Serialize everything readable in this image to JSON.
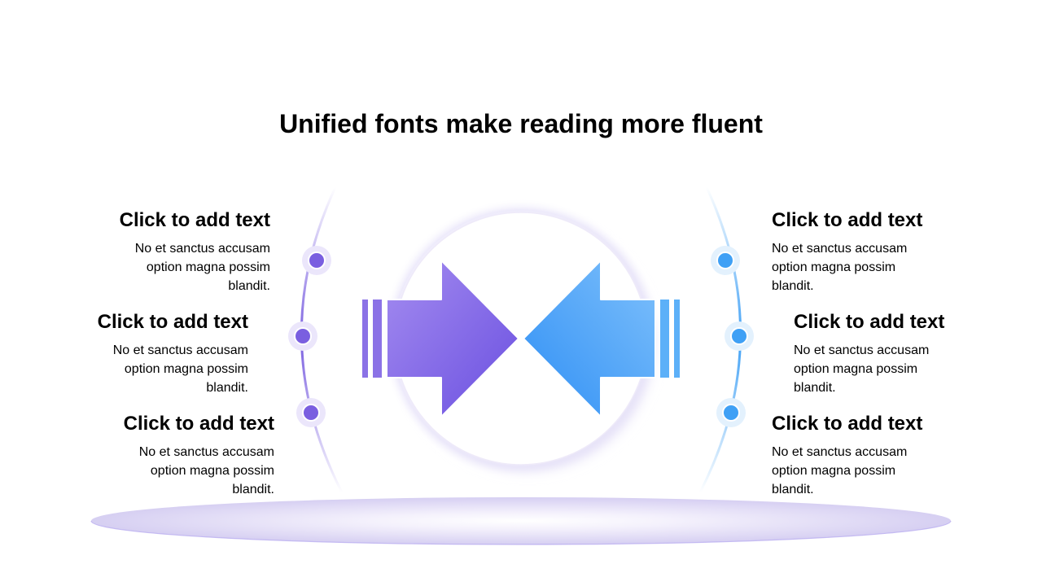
{
  "title": "Unified fonts make reading more fluent",
  "left_items": [
    {
      "heading": "Click to add text",
      "body": "No et sanctus accusam option magna possim blandit."
    },
    {
      "heading": "Click to add text",
      "body": "No et sanctus accusam option magna possim blandit."
    },
    {
      "heading": "Click to add text",
      "body": "No et sanctus accusam option magna possim blandit."
    }
  ],
  "right_items": [
    {
      "heading": "Click to add text",
      "body": "No et sanctus accusam option magna possim blandit."
    },
    {
      "heading": "Click to add text",
      "body": "No et sanctus accusam option magna possim blandit."
    },
    {
      "heading": "Click to add text",
      "body": "No et sanctus accusam option magna possim blandit."
    }
  ],
  "colors": {
    "purple": "#7a5fe0",
    "blue": "#3fa0f5",
    "platform": "#d9d3f3"
  },
  "icons": [
    "right-arrow-icon",
    "left-arrow-icon"
  ]
}
